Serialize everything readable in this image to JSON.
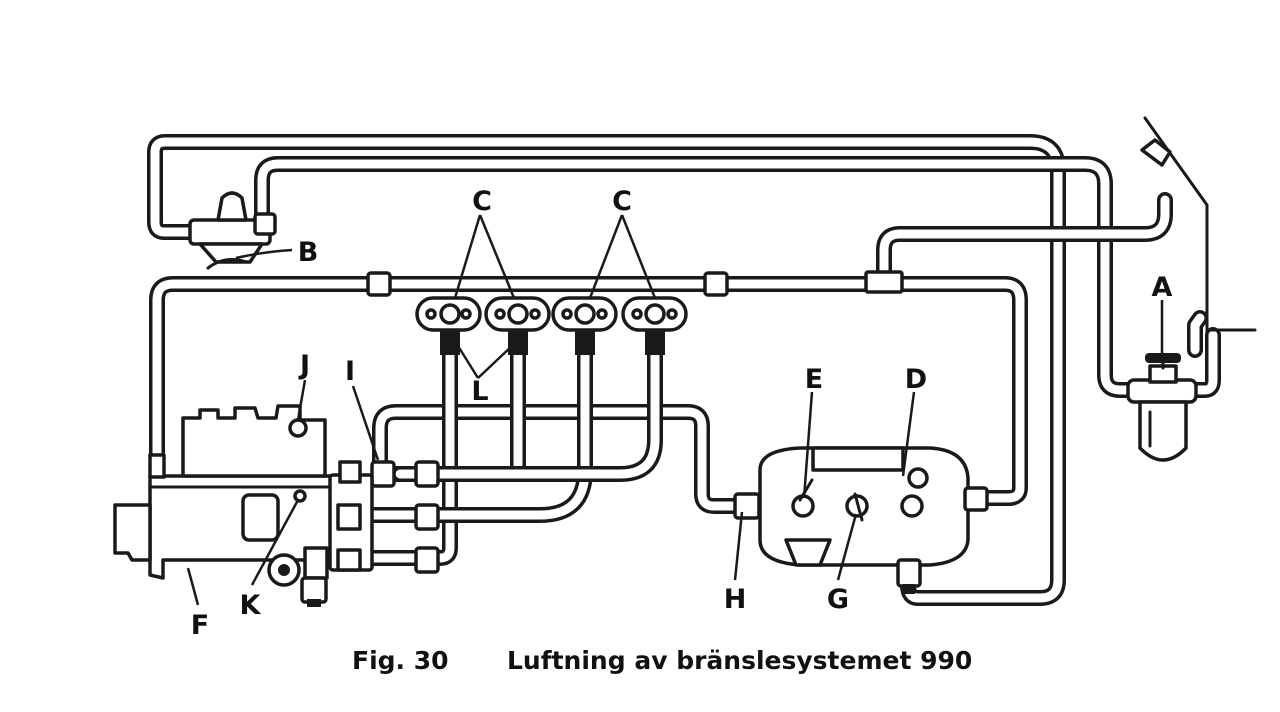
{
  "figure": {
    "number_text": "Fig. 30",
    "title": "Luftning av bränslesystemet 990"
  },
  "labels": {
    "A": "A",
    "B": "B",
    "C1": "C",
    "C2": "C",
    "D": "D",
    "E": "E",
    "F": "F",
    "G": "G",
    "H": "H",
    "I": "I",
    "J": "J",
    "K": "K",
    "L": "L"
  }
}
